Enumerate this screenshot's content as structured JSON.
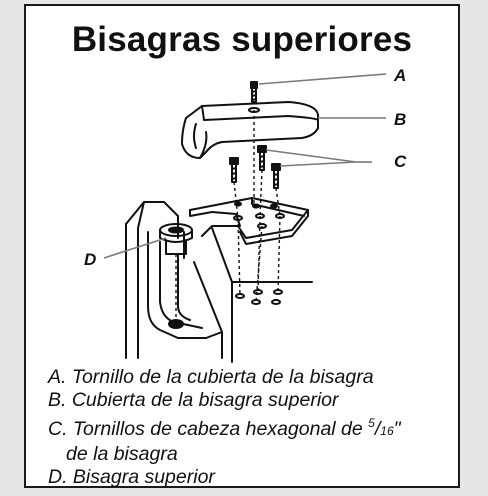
{
  "title": "Bisagras superiores",
  "callouts": {
    "a": "A",
    "b": "B",
    "c": "C",
    "d": "D"
  },
  "legend": {
    "a": "A. Tornillo de la cubierta de la bisagra",
    "b": "B. Cubierta de la bisagra superior",
    "c_prefix": "C. Tornillos de cabeza hexagonal de ",
    "c_num": "5",
    "c_slash": "/",
    "c_den": "16",
    "c_unit": "\"",
    "c_cont": "de la bisagra",
    "d": "D. Bisagra superior"
  },
  "colors": {
    "ink": "#111111",
    "page_bg": "#e6e6e6",
    "card_bg": "#ffffff"
  }
}
